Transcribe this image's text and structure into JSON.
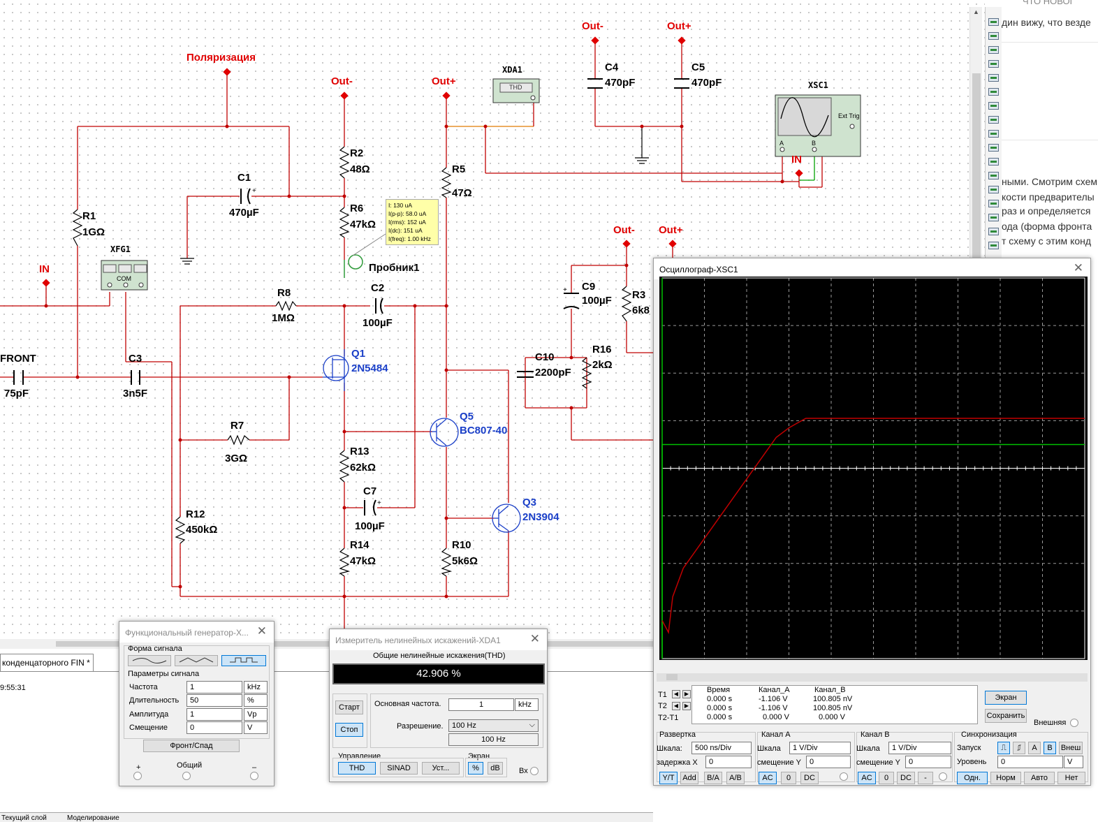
{
  "background_page": {
    "header": "ЧТО НОВОГ",
    "lines": [
      "дин вижу, что везде",
      "ными. Смотрим схем",
      "кости предварителы",
      "раз и определяется",
      "ода (форма фронта",
      "т схему с этим конд"
    ]
  },
  "schematic": {
    "labels": {
      "polarization": "Поляризация",
      "out_minus": "Out-",
      "out_plus": "Out+",
      "in": "IN",
      "front": "FRONT",
      "probe": "Пробник1",
      "xda1": "XDA1",
      "xda1_face": "THD",
      "xsc1": "XSC1",
      "xsc1_ext": "Ext Trig",
      "xsc1_a": "A",
      "xsc1_b": "B",
      "xfg1": "XFG1",
      "xfg1_com": "COM"
    },
    "components": {
      "R1": {
        "ref": "R1",
        "value": "1GΩ"
      },
      "R2": {
        "ref": "R2",
        "value": "48Ω"
      },
      "R3": {
        "ref": "R3",
        "value": "6k8"
      },
      "R5": {
        "ref": "R5",
        "value": "47Ω"
      },
      "R6": {
        "ref": "R6",
        "value": "47kΩ"
      },
      "R7": {
        "ref": "R7",
        "value": "3GΩ"
      },
      "R8": {
        "ref": "R8",
        "value": "1MΩ"
      },
      "R10": {
        "ref": "R10",
        "value": "5k6Ω"
      },
      "R12": {
        "ref": "R12",
        "value": "450kΩ"
      },
      "R13": {
        "ref": "R13",
        "value": "62kΩ"
      },
      "R14": {
        "ref": "R14",
        "value": "47kΩ"
      },
      "R16": {
        "ref": "R16",
        "value": "2kΩ"
      },
      "C1": {
        "ref": "C1",
        "value": "470µF"
      },
      "C2": {
        "ref": "C2",
        "value": "100µF"
      },
      "C3": {
        "ref": "C3",
        "value": "3n5F"
      },
      "C4": {
        "ref": "C4",
        "value": "470pF"
      },
      "C5": {
        "ref": "C5",
        "value": "470pF"
      },
      "C7": {
        "ref": "C7",
        "value": "100µF"
      },
      "C9": {
        "ref": "C9",
        "value": "100µF"
      },
      "C10": {
        "ref": "C10",
        "value": "2200pF"
      },
      "CF": {
        "value": "75pF"
      },
      "Q1": {
        "ref": "Q1",
        "value": "2N5484"
      },
      "Q3": {
        "ref": "Q3",
        "value": "2N3904"
      },
      "Q5": {
        "ref": "Q5",
        "value": "BC807-40"
      }
    },
    "probe_readout": [
      "I: 130 uA",
      "I(p-p): 58.0 uA",
      "I(rms): 152 uA",
      "I(dc): 151 uA",
      "I(freq): 1.00 kHz"
    ]
  },
  "file_tab": "конденцаторного FIN *",
  "log_line": "9:55:31",
  "bottom_tabs": [
    "Текущий слой",
    "Моделирование"
  ],
  "func_gen": {
    "title": "Функциональный генератор-X...",
    "waveform_label": "Форма сигнала",
    "params_label": "Параметры сигнала",
    "params": [
      {
        "label": "Частота",
        "value": "1",
        "unit": "kHz"
      },
      {
        "label": "Длительность",
        "value": "50",
        "unit": "%"
      },
      {
        "label": "Амплитуда",
        "value": "1",
        "unit": "Vp"
      },
      {
        "label": "Смещение",
        "value": "0",
        "unit": "V"
      }
    ],
    "edge_button": "Фронт/Спад",
    "plus": "+",
    "common": "Общий",
    "minus": "–"
  },
  "thd_meter": {
    "title": "Измеритель нелинейных искажений-XDA1",
    "header": "Общие нелинейные искажения(THD)",
    "value": "42.906 %",
    "start": "Старт",
    "stop": "Стоп",
    "fund_label": "Основная частота.",
    "fund_value": "1",
    "fund_unit": "kHz",
    "res_label": "Разрешение.",
    "res_value": "100 Hz",
    "res_sub": "100 Hz",
    "control_label": "Управление",
    "screen_label": "Экран",
    "buttons": [
      "THD",
      "SINAD",
      "Уст..."
    ],
    "screen_buttons": [
      "%",
      "dB"
    ],
    "input": "Вх"
  },
  "oscilloscope": {
    "title": "Осциллограф-XSC1",
    "cursors": {
      "headers": [
        "Время",
        "Канал_A",
        "Канал_B"
      ],
      "rows": [
        {
          "label": "T1",
          "time": "0.000 s",
          "a": "-1.106 V",
          "b": "100.805 nV"
        },
        {
          "label": "T2",
          "time": "0.000 s",
          "a": "-1.106 V",
          "b": "100.805 nV"
        },
        {
          "label": "T2-T1",
          "time": "0.000 s",
          "a": "0.000 V",
          "b": "0.000 V"
        }
      ]
    },
    "screen_btn": "Экран",
    "save_btn": "Сохранить",
    "external": "Внешняя",
    "timebase": {
      "title": "Развертка",
      "scale_label": "Шкала:",
      "scale": "500 ns/Div",
      "xpos_label": "задержка X",
      "xpos": "0",
      "buttons": [
        "Y/T",
        "Add",
        "B/A",
        "A/B"
      ]
    },
    "channel_a": {
      "title": "Канал A",
      "scale_label": "Шкала",
      "scale": "1  V/Div",
      "ypos_label": "смещение Y",
      "ypos": "0",
      "buttons": [
        "AC",
        "0",
        "DC"
      ]
    },
    "channel_b": {
      "title": "Канал B",
      "scale_label": "Шкала",
      "scale": "1  V/Div",
      "ypos_label": "смещение Y",
      "ypos": "0",
      "buttons": [
        "AC",
        "0",
        "DC",
        "-"
      ]
    },
    "trigger": {
      "title": "Синхронизация",
      "edge_label": "Запуск",
      "level_label": "Уровень",
      "level": "0",
      "level_unit": "V",
      "src_buttons": [
        "A",
        "B",
        "Внеш"
      ],
      "mode_buttons": [
        "Одн.",
        "Норм",
        "Авто",
        "Нет"
      ]
    },
    "traces": {
      "channel_a_color": "#c00000",
      "channel_b_color": "#00c000",
      "divisions": {
        "x": 10,
        "y": 8
      },
      "channel_a_points": [
        [
          0.0,
          0.8
        ],
        [
          0.15,
          0.55
        ],
        [
          0.25,
          1.3
        ],
        [
          0.5,
          1.9
        ],
        [
          2.7,
          4.65
        ],
        [
          3.0,
          4.85
        ],
        [
          3.2,
          4.95
        ],
        [
          3.4,
          5.05
        ],
        [
          10.0,
          5.05
        ]
      ],
      "channel_b_level_div": 4.5
    }
  },
  "colors": {
    "wire": "#c00000",
    "wire_orange": "#e07b00",
    "blue_text": "#1a3fc8",
    "red_text": "#e00000",
    "probe_bg": "#ffffa8"
  }
}
